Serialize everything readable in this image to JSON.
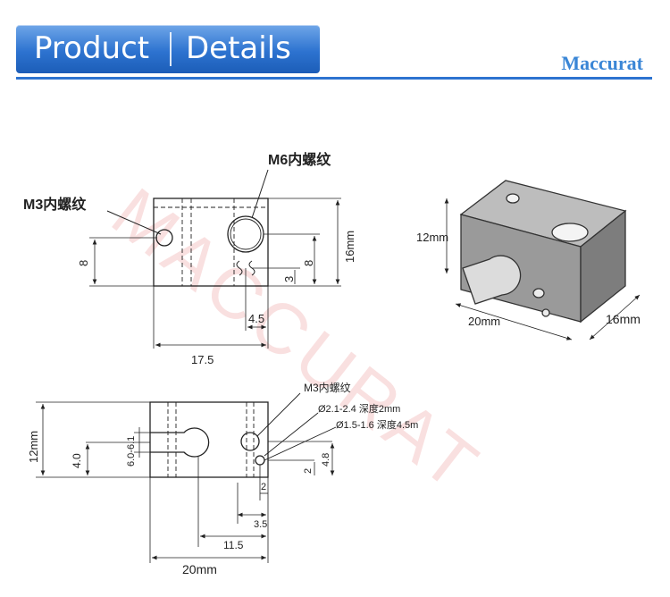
{
  "header": {
    "title_word1": "Product",
    "title_word2": "Details",
    "brand": "Maccurat",
    "banner_color": "#2d73d0"
  },
  "watermark": "MACCURAT",
  "top_view": {
    "callout_m3": "M3内螺纹",
    "callout_m6": "M6内螺纹",
    "dim_height": "16mm",
    "dim_m3_height": "8",
    "dim_m6_height": "8",
    "dim_slot": "3",
    "dim_offset": "4.5",
    "dim_width": "17.5"
  },
  "front_view": {
    "callout_m3": "M3内螺纹",
    "callout_hole1": "Ø2.1-2.4  深度2mm",
    "callout_hole2": "Ø1.5-1.6 深度4.5m",
    "dim_height": "12mm",
    "dim_center": "4.0",
    "dim_bore": "6.0-6.1",
    "dim_4_8": "4.8",
    "dim_2_right": "2",
    "dim_2_bottom": "2",
    "dim_3_5": "3.5",
    "dim_11_5": "11.5",
    "dim_width": "20mm"
  },
  "iso_view": {
    "dim_height": "12mm",
    "dim_width": "20mm",
    "dim_depth": "16mm"
  }
}
